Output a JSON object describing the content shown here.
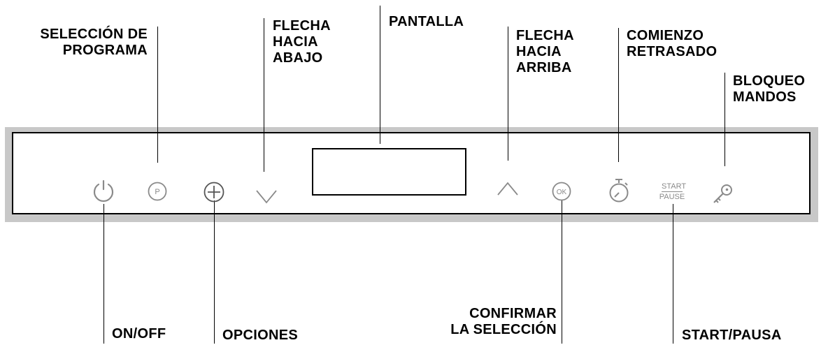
{
  "labels": {
    "program_selection": "SELECCIÓN DE\nPROGRAMA",
    "arrow_down": "FLECHA\nHACIA\nABAJO",
    "display": "PANTALLA",
    "arrow_up": "FLECHA\nHACIA\nARRIBA",
    "delayed_start": "COMIENZO\nRETRASADO",
    "control_lock": "BLOQUEO\nMANDOS",
    "on_off": "ON/OFF",
    "options": "OPCIONES",
    "confirm_selection": "CONFIRMAR\nLA SELECCIÓN",
    "start_pause": "START/PAUSA"
  },
  "panel": {
    "program_button_letter": "P",
    "ok_button_text": "OK",
    "start_text": "START",
    "pause_text": "PAUSE"
  },
  "icons": [
    "power-icon",
    "program-icon",
    "plus-icon",
    "chevron-down-icon",
    "chevron-up-icon",
    "ok-icon",
    "timer-icon",
    "key-icon"
  ],
  "colors": {
    "panel_frame": "#c8c8c8",
    "icon_gray": "#8a8a8a",
    "line": "#000000"
  }
}
